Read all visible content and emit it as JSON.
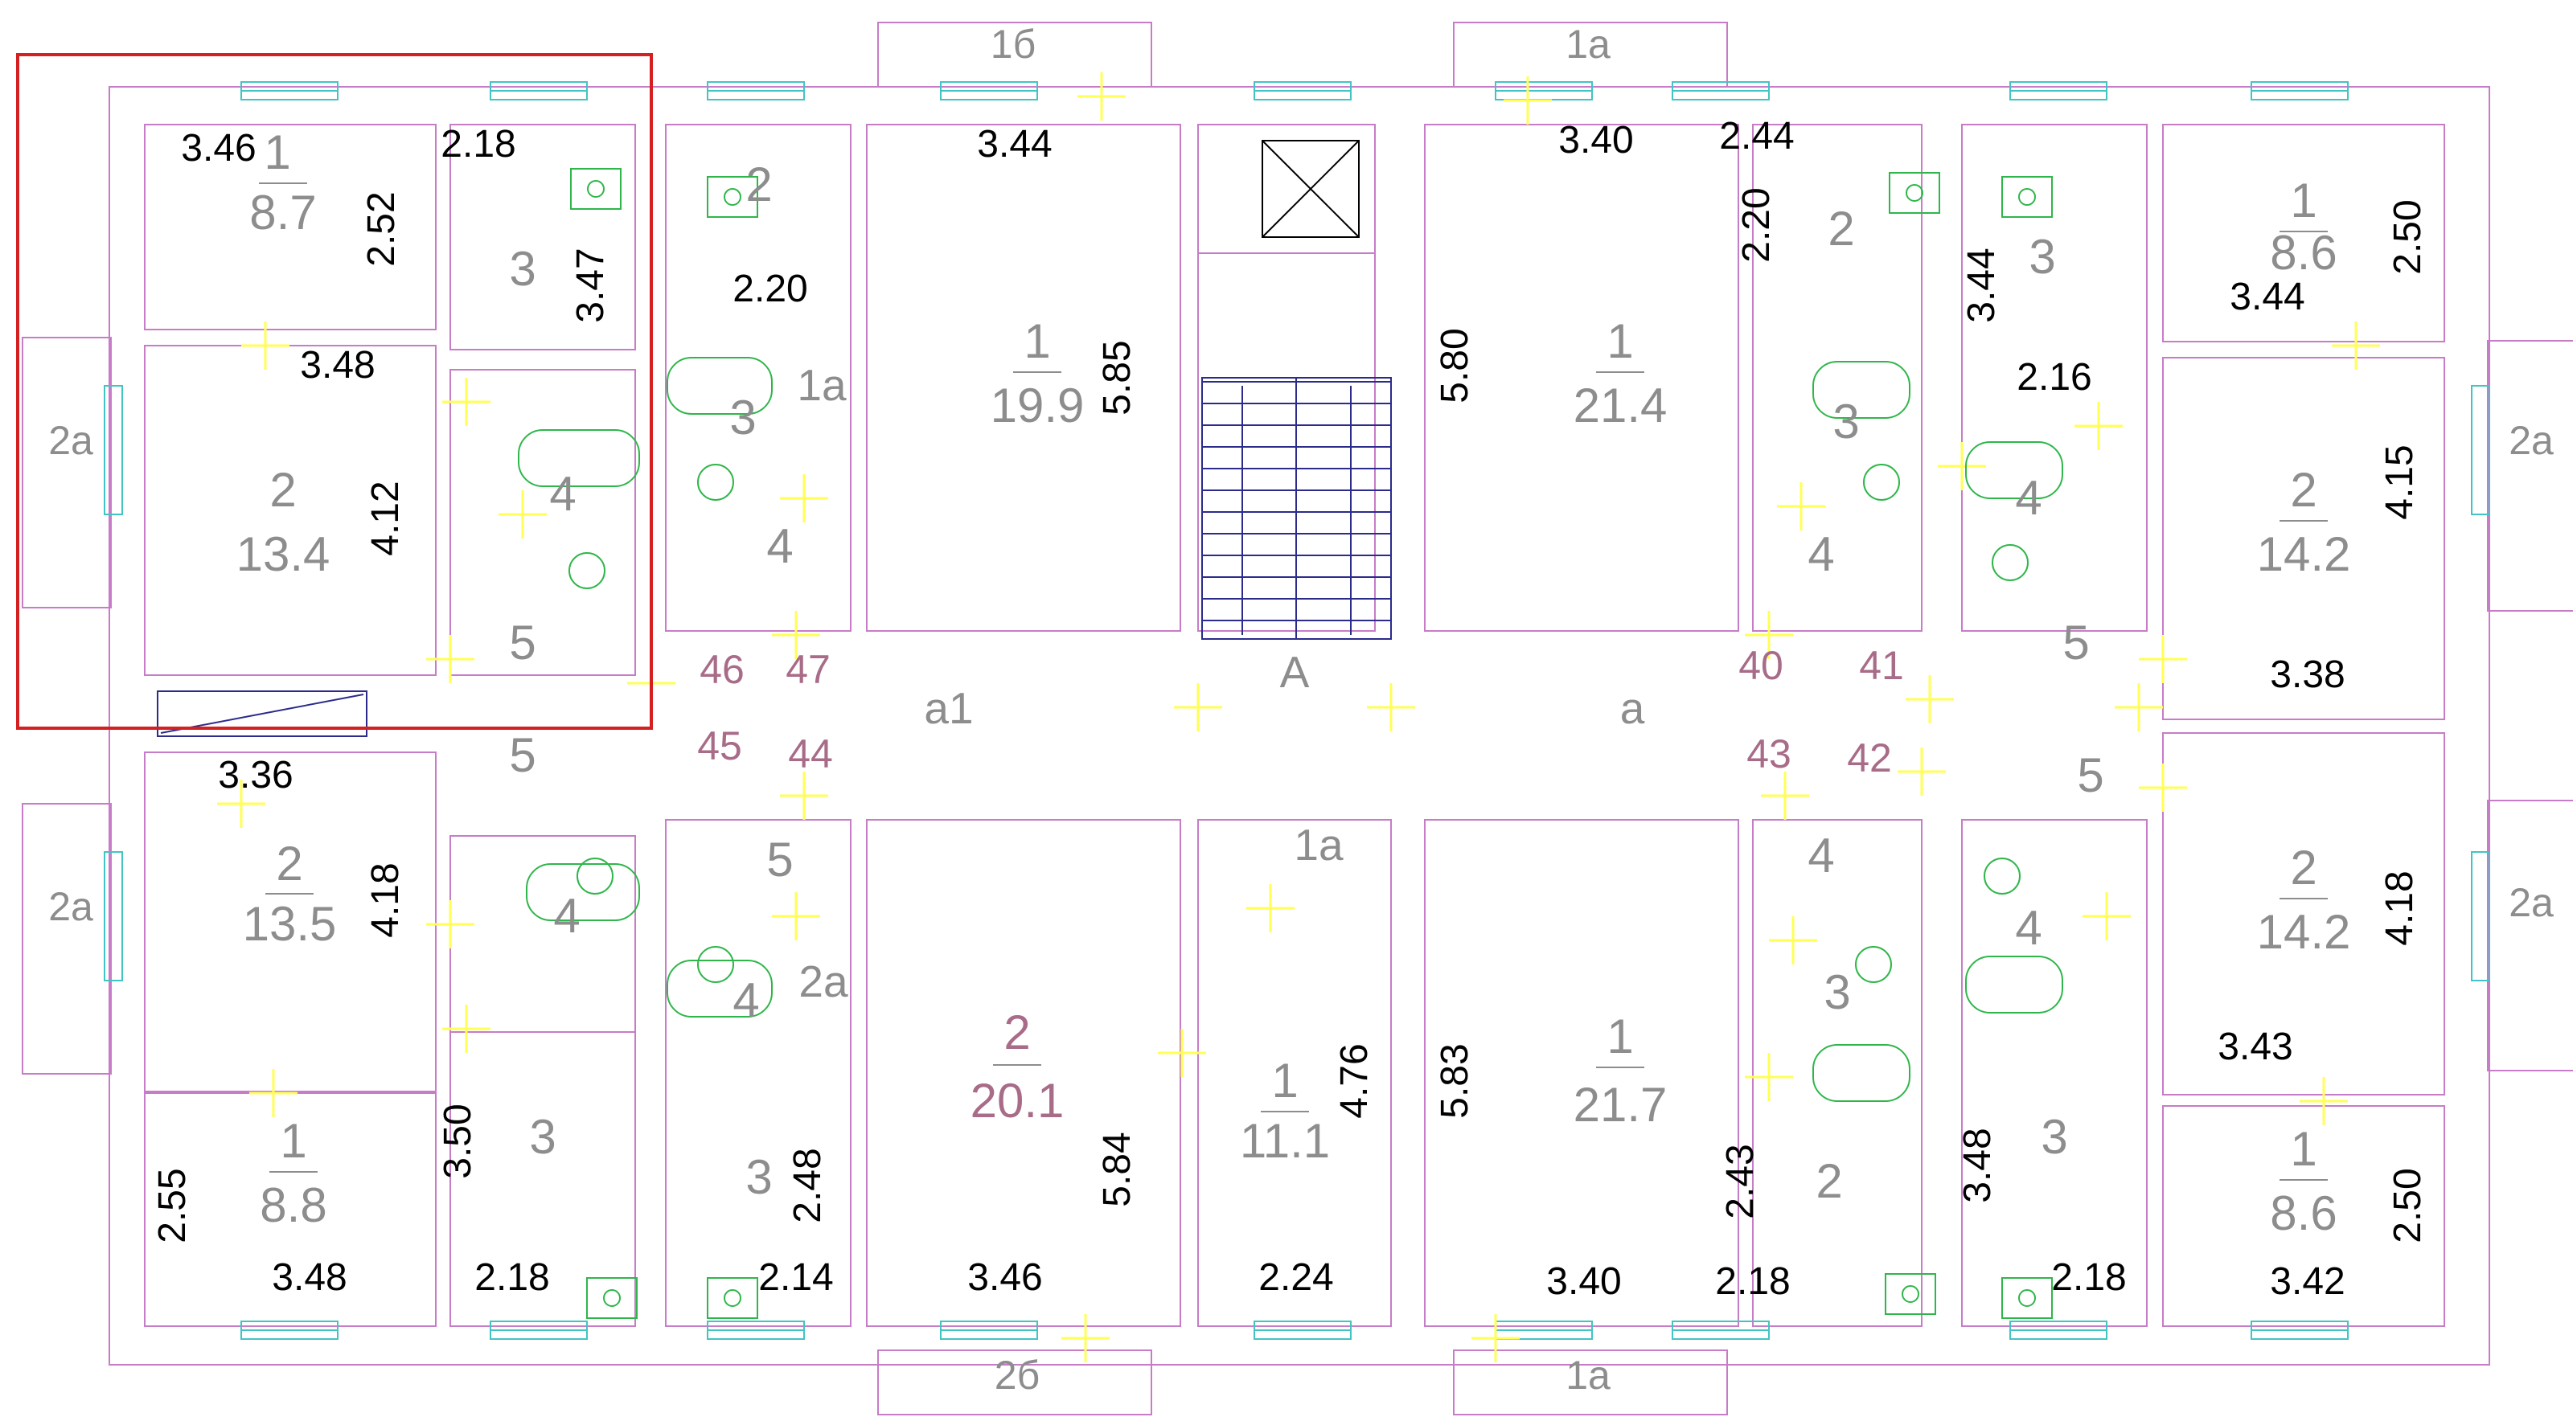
{
  "colors": {
    "wall": "#c77cc7",
    "window": "#43c4c4",
    "door": "#ffff55",
    "fixture": "#2fb64a",
    "stair": "#2b2b8c",
    "label": "#8d8d8d",
    "corridor_label": "#a86b88",
    "dimension": "#000000",
    "highlight": "#d42020",
    "partition": "#d9d0a0"
  },
  "texts": [
    {
      "id": "lbl-1b-top",
      "t": "1б",
      "c": "label"
    },
    {
      "id": "lbl-1a-top",
      "t": "1а",
      "c": "label"
    },
    {
      "id": "lbl-2b-bottom",
      "t": "2б",
      "c": "label"
    },
    {
      "id": "lbl-1a-bottom",
      "t": "1а",
      "c": "label"
    },
    {
      "id": "lbl-2a-tl",
      "t": "2а",
      "c": "label"
    },
    {
      "id": "lbl-2a-bl",
      "t": "2а",
      "c": "label"
    },
    {
      "id": "lbl-2a-tr",
      "t": "2а",
      "c": "label"
    },
    {
      "id": "lbl-2a-br",
      "t": "2а",
      "c": "label"
    },
    {
      "id": "dim-346-a",
      "t": "3.46",
      "c": "dimension"
    },
    {
      "id": "room-1-a-n",
      "t": "1",
      "c": "label"
    },
    {
      "id": "room-1-a-area",
      "t": "8.7",
      "c": "label"
    },
    {
      "id": "dim-252-a",
      "t": "2.52",
      "c": "dimension"
    },
    {
      "id": "dim-218-a",
      "t": "2.18",
      "c": "dimension"
    },
    {
      "id": "room-3-a",
      "t": "3",
      "c": "label"
    },
    {
      "id": "dim-347-a",
      "t": "3.47",
      "c": "dimension"
    },
    {
      "id": "dim-348-a",
      "t": "3.48",
      "c": "dimension"
    },
    {
      "id": "room-2-a-n",
      "t": "2",
      "c": "label"
    },
    {
      "id": "room-2-a-area",
      "t": "13.4",
      "c": "label"
    },
    {
      "id": "dim-412-a",
      "t": "4.12",
      "c": "dimension"
    },
    {
      "id": "room-4-a",
      "t": "4",
      "c": "label"
    },
    {
      "id": "room-5-a",
      "t": "5",
      "c": "label"
    },
    {
      "id": "dim-336-b",
      "t": "3.36",
      "c": "dimension"
    },
    {
      "id": "room-5-b",
      "t": "5",
      "c": "label"
    },
    {
      "id": "room-2-b-n",
      "t": "2",
      "c": "label"
    },
    {
      "id": "room-2-b-area",
      "t": "13.5",
      "c": "label"
    },
    {
      "id": "dim-418-b",
      "t": "4.18",
      "c": "dimension"
    },
    {
      "id": "room-4-b",
      "t": "4",
      "c": "label"
    },
    {
      "id": "dim-350-b",
      "t": "3.50",
      "c": "dimension"
    },
    {
      "id": "room-3-b",
      "t": "3",
      "c": "label"
    },
    {
      "id": "dim-255-b",
      "t": "2.55",
      "c": "dimension"
    },
    {
      "id": "room-1-b-n",
      "t": "1",
      "c": "label"
    },
    {
      "id": "room-1-b-area",
      "t": "8.8",
      "c": "label"
    },
    {
      "id": "dim-348-b",
      "t": "3.48",
      "c": "dimension"
    },
    {
      "id": "dim-218-b",
      "t": "2.18",
      "c": "dimension"
    },
    {
      "id": "room-2-c",
      "t": "2",
      "c": "label"
    },
    {
      "id": "dim-220-c",
      "t": "2.20",
      "c": "dimension"
    },
    {
      "id": "room-3-c",
      "t": "3",
      "c": "label"
    },
    {
      "id": "room-1a-c",
      "t": "1а",
      "c": "label"
    },
    {
      "id": "room-4-c",
      "t": "4",
      "c": "label"
    },
    {
      "id": "dim-344-c",
      "t": "3.44",
      "c": "dimension"
    },
    {
      "id": "room-1-c-n",
      "t": "1",
      "c": "label"
    },
    {
      "id": "room-1-c-area",
      "t": "19.9",
      "c": "label"
    },
    {
      "id": "dim-585-c",
      "t": "5.85",
      "c": "dimension"
    },
    {
      "id": "room-5-d",
      "t": "5",
      "c": "label"
    },
    {
      "id": "room-4-d",
      "t": "4",
      "c": "label"
    },
    {
      "id": "room-2a-d",
      "t": "2а",
      "c": "label"
    },
    {
      "id": "room-3-d",
      "t": "3",
      "c": "label"
    },
    {
      "id": "dim-248-d",
      "t": "2.48",
      "c": "dimension"
    },
    {
      "id": "dim-214-d",
      "t": "2.14",
      "c": "dimension"
    },
    {
      "id": "room-2-d-n",
      "t": "2",
      "c": "corridor"
    },
    {
      "id": "room-2-d-area",
      "t": "20.1",
      "c": "corridor"
    },
    {
      "id": "dim-584-d",
      "t": "5.84",
      "c": "dimension"
    },
    {
      "id": "dim-346-d",
      "t": "3.46",
      "c": "dimension"
    },
    {
      "id": "lbl-A",
      "t": "А",
      "c": "label"
    },
    {
      "id": "lbl-a1",
      "t": "а1",
      "c": "label"
    },
    {
      "id": "lbl-a",
      "t": "а",
      "c": "label"
    },
    {
      "id": "n46",
      "t": "46",
      "c": "corridor"
    },
    {
      "id": "n47",
      "t": "47",
      "c": "corridor"
    },
    {
      "id": "n45",
      "t": "45",
      "c": "corridor"
    },
    {
      "id": "n44",
      "t": "44",
      "c": "corridor"
    },
    {
      "id": "n40",
      "t": "40",
      "c": "corridor"
    },
    {
      "id": "n41",
      "t": "41",
      "c": "corridor"
    },
    {
      "id": "n43",
      "t": "43",
      "c": "corridor"
    },
    {
      "id": "n42",
      "t": "42",
      "c": "corridor"
    },
    {
      "id": "room-1a-e",
      "t": "1а",
      "c": "label"
    },
    {
      "id": "room-1-e-n",
      "t": "1",
      "c": "label"
    },
    {
      "id": "room-1-e-area",
      "t": "11.1",
      "c": "label"
    },
    {
      "id": "dim-476-e",
      "t": "4.76",
      "c": "dimension"
    },
    {
      "id": "dim-224-e",
      "t": "2.24",
      "c": "dimension"
    },
    {
      "id": "dim-340-f",
      "t": "3.40",
      "c": "dimension"
    },
    {
      "id": "dim-244-f",
      "t": "2.44",
      "c": "dimension"
    },
    {
      "id": "dim-220-f",
      "t": "2.20",
      "c": "dimension"
    },
    {
      "id": "room-2-f",
      "t": "2",
      "c": "label"
    },
    {
      "id": "dim-580-f",
      "t": "5.80",
      "c": "dimension"
    },
    {
      "id": "room-1-f-n",
      "t": "1",
      "c": "label"
    },
    {
      "id": "room-1-f-area",
      "t": "21.4",
      "c": "label"
    },
    {
      "id": "room-3-f",
      "t": "3",
      "c": "label"
    },
    {
      "id": "room-4-f",
      "t": "4",
      "c": "label"
    },
    {
      "id": "room-4-g",
      "t": "4",
      "c": "label"
    },
    {
      "id": "room-3-g",
      "t": "3",
      "c": "label"
    },
    {
      "id": "dim-583-g",
      "t": "5.83",
      "c": "dimension"
    },
    {
      "id": "room-1-g-n",
      "t": "1",
      "c": "label"
    },
    {
      "id": "room-1-g-area",
      "t": "21.7",
      "c": "label"
    },
    {
      "id": "dim-243-g",
      "t": "2.43",
      "c": "dimension"
    },
    {
      "id": "room-2-g",
      "t": "2",
      "c": "label"
    },
    {
      "id": "dim-340-g",
      "t": "3.40",
      "c": "dimension"
    },
    {
      "id": "dim-218-g",
      "t": "2.18",
      "c": "dimension"
    },
    {
      "id": "dim-344-h",
      "t": "3.44",
      "c": "dimension"
    },
    {
      "id": "room-3-h",
      "t": "3",
      "c": "label"
    },
    {
      "id": "dim-216-h",
      "t": "2.16",
      "c": "dimension"
    },
    {
      "id": "room-4-h",
      "t": "4",
      "c": "label"
    },
    {
      "id": "room-5-h",
      "t": "5",
      "c": "label"
    },
    {
      "id": "room-1-h-n",
      "t": "1",
      "c": "label"
    },
    {
      "id": "room-1-h-area",
      "t": "8.6",
      "c": "label"
    },
    {
      "id": "dim-250-h",
      "t": "2.50",
      "c": "dimension"
    },
    {
      "id": "dim-344-h2",
      "t": "3.44",
      "c": "dimension"
    },
    {
      "id": "room-2-h-n",
      "t": "2",
      "c": "label"
    },
    {
      "id": "room-2-h-area",
      "t": "14.2",
      "c": "label"
    },
    {
      "id": "dim-415-h",
      "t": "4.15",
      "c": "dimension"
    },
    {
      "id": "dim-338-h",
      "t": "3.38",
      "c": "dimension"
    },
    {
      "id": "room-5-i",
      "t": "5",
      "c": "label"
    },
    {
      "id": "room-4-i",
      "t": "4",
      "c": "label"
    },
    {
      "id": "dim-348-i",
      "t": "3.48",
      "c": "dimension"
    },
    {
      "id": "room-3-i",
      "t": "3",
      "c": "label"
    },
    {
      "id": "dim-218-i",
      "t": "2.18",
      "c": "dimension"
    },
    {
      "id": "room-2-i-n",
      "t": "2",
      "c": "label"
    },
    {
      "id": "room-2-i-area",
      "t": "14.2",
      "c": "label"
    },
    {
      "id": "dim-418-i",
      "t": "4.18",
      "c": "dimension"
    },
    {
      "id": "dim-343-i",
      "t": "3.43",
      "c": "dimension"
    },
    {
      "id": "room-1-i-n",
      "t": "1",
      "c": "label"
    },
    {
      "id": "room-1-i-area",
      "t": "8.6",
      "c": "label"
    },
    {
      "id": "dim-250-i",
      "t": "2.50",
      "c": "dimension"
    },
    {
      "id": "dim-342-i",
      "t": "3.42",
      "c": "dimension"
    }
  ]
}
